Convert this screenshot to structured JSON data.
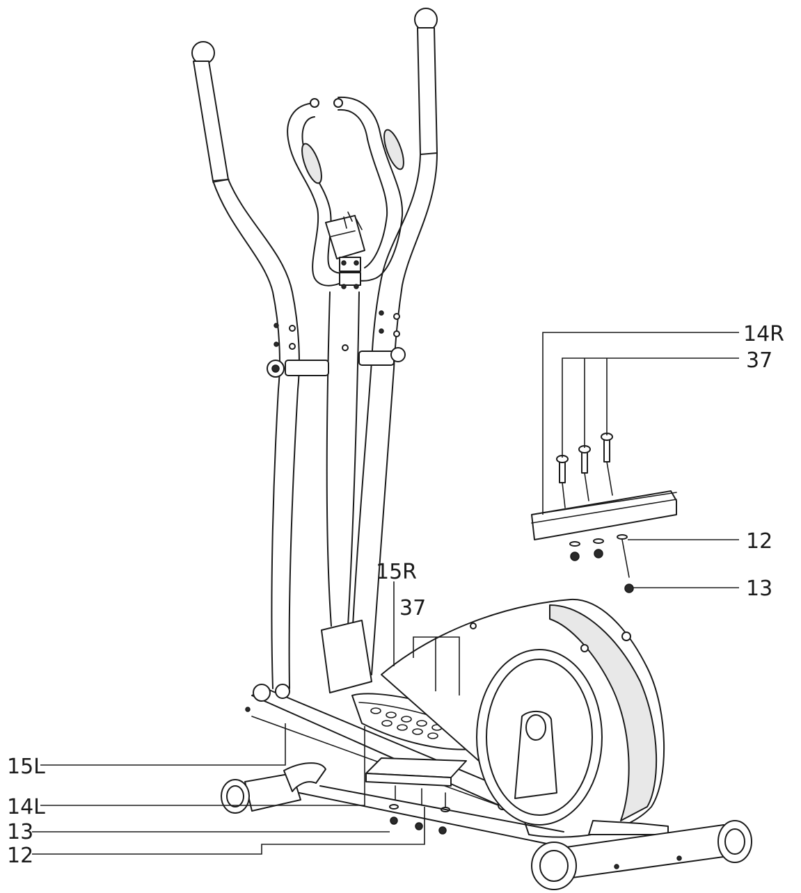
{
  "labels": {
    "part_14R": "14R",
    "part_37_right": "37",
    "part_12_right": "12",
    "part_13_right": "13",
    "part_15R": "15R",
    "part_37_center": "37",
    "part_15L": "15L",
    "part_14L": "14L",
    "part_13_left": "13",
    "part_12_left": "12"
  }
}
